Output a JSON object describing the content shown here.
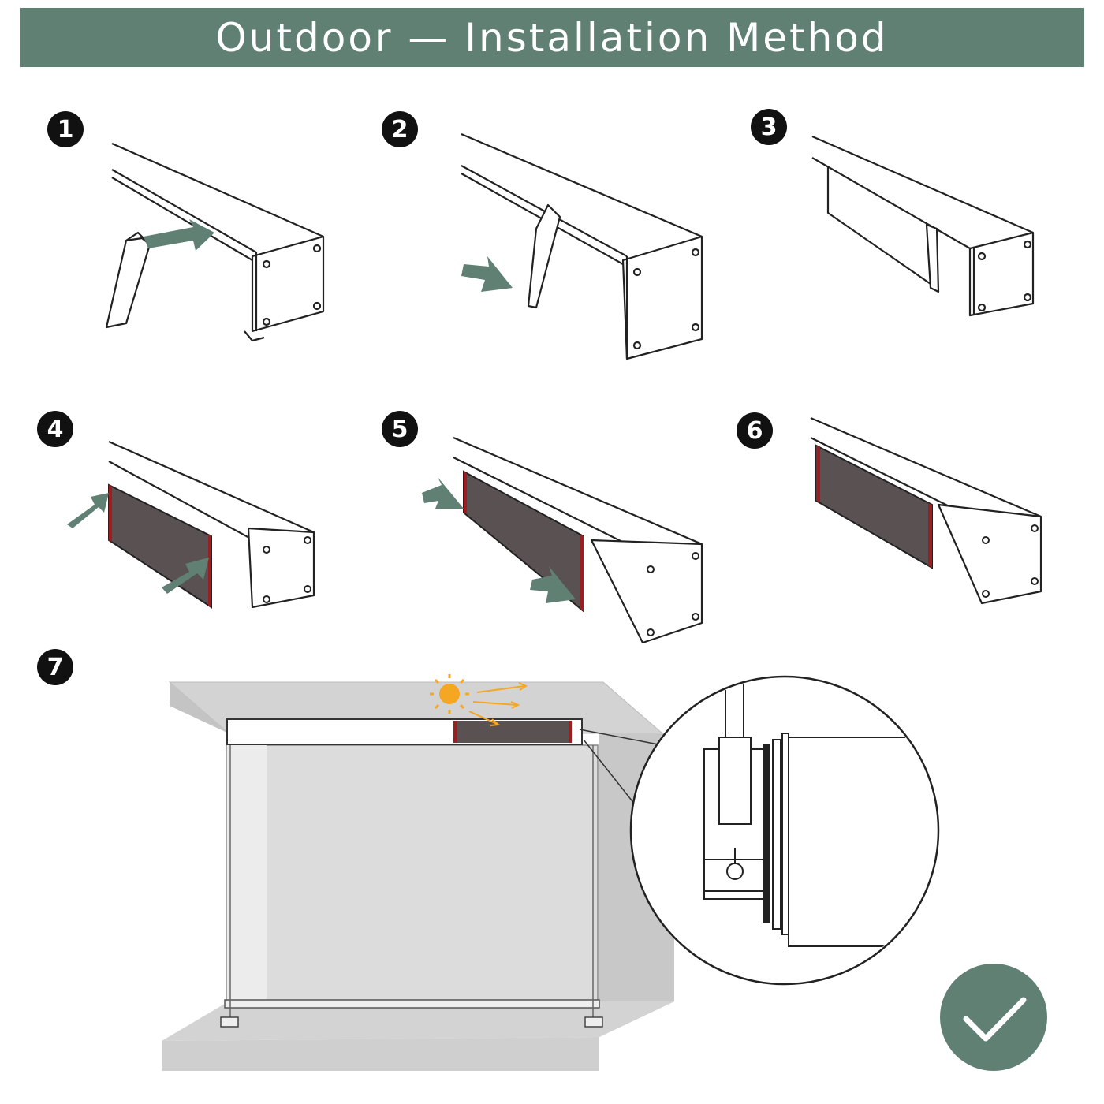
{
  "title": "Outdoor —  Installation Method",
  "colors": {
    "banner": "#5f8072",
    "arrow": "#5f8072",
    "fabric": "#5a5252",
    "fabric_edge": "#9b1f20",
    "check_circle": "#5f8072",
    "sun": "#f5a623",
    "wall": "#d3d3d3"
  },
  "steps": [
    {
      "number": "1",
      "icon": "clip-hook-step"
    },
    {
      "number": "2",
      "icon": "clip-attach-step"
    },
    {
      "number": "3",
      "icon": "clips-mounted-step"
    },
    {
      "number": "4",
      "icon": "cover-insert-step"
    },
    {
      "number": "5",
      "icon": "cover-press-step"
    },
    {
      "number": "6",
      "icon": "cover-installed-step"
    },
    {
      "number": "7",
      "icon": "shade-installed-scene"
    }
  ],
  "final_icon": "checkmark-icon"
}
